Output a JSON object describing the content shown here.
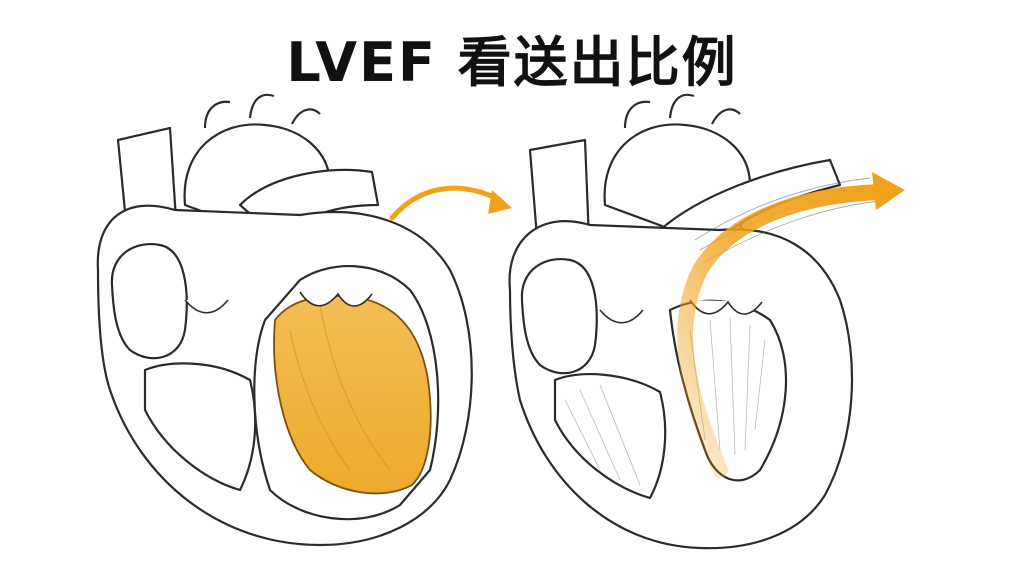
{
  "title": "LVEF 看送出比例",
  "colors": {
    "fill_orange": "#F2B13C",
    "arrow_orange": "#F0A21B",
    "outline": "#2b2b2b",
    "background": "#ffffff"
  },
  "panels": [
    {
      "state": "filled-ventricle",
      "icon": "heart-diastole-illustration"
    },
    {
      "state": "ejection",
      "icon": "heart-systole-illustration"
    }
  ]
}
